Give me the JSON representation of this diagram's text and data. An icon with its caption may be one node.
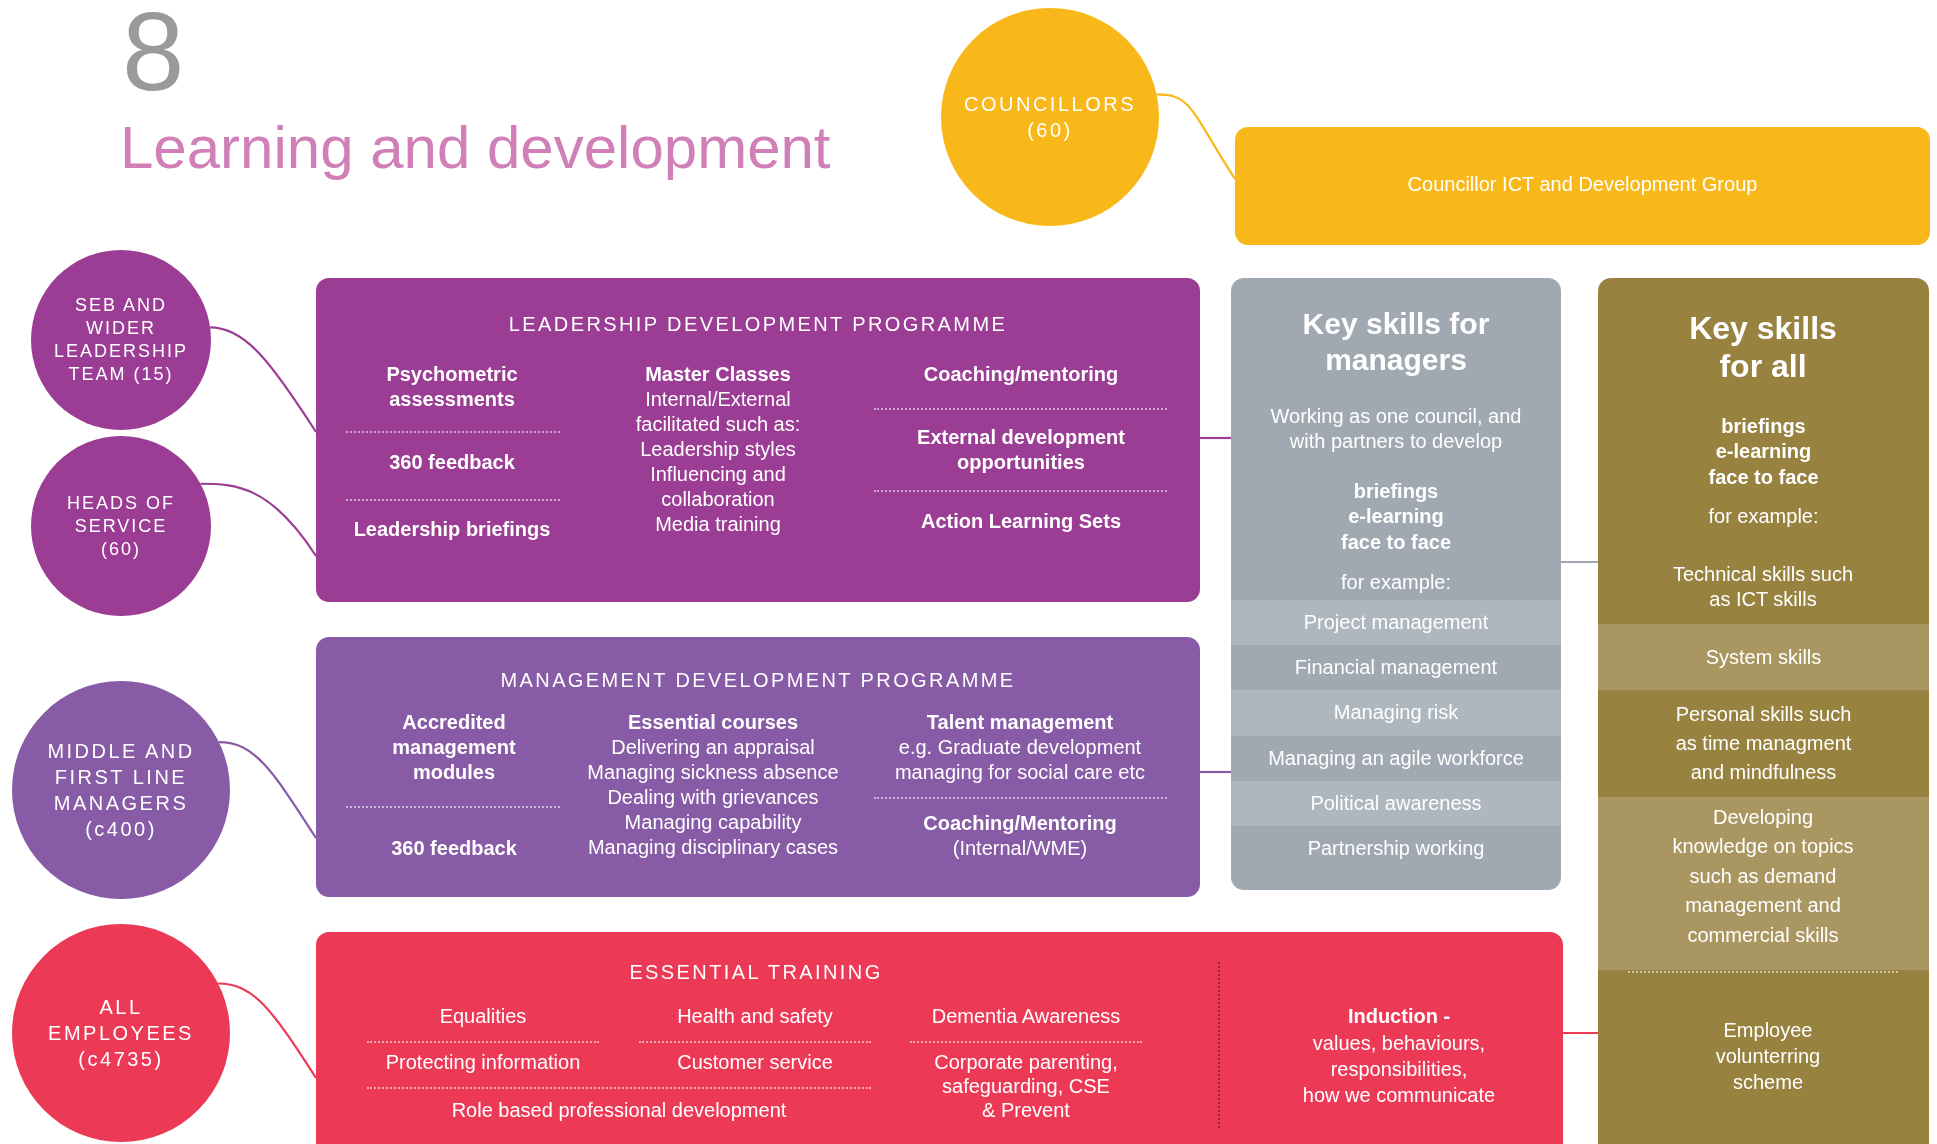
{
  "diagram": {
    "title": "Learning and development",
    "nodes": [
      {
        "text": [
          "COUNCILLORS (60)"
        ]
      },
      {
        "text": [
          "Councillor ICT and Development Group"
        ]
      },
      {
        "text": [
          "SEB AND WIDER LEADERSHIP TEAM (15)"
        ]
      },
      {
        "text": [
          "HEADS OF SERVICE (60)"
        ]
      },
      {
        "text": [
          "LEADERSHIP DEVELOPMENT PROGRAMME",
          "Psychometric assessments",
          "360 feedback",
          "Leadership briefings",
          "Master Classes",
          "Internal/External facilitated such as:",
          "Leadership styles",
          "Influencing and collaboration",
          "Media training",
          "Coaching/mentoring",
          "External development opportunities",
          "Action Learning Sets"
        ]
      },
      {
        "text": [
          "Key skills for managers",
          "Working as one council, and with partners to develop",
          "briefings",
          "e-learning",
          "face to face",
          "for example:",
          "Project management",
          "Financial management",
          "Managing risk",
          "Managing an agile workforce",
          "Political awareness",
          "Partnership working"
        ]
      },
      {
        "text": [
          "Key skills for all",
          "briefings",
          "e-learning",
          "face to face",
          "for example:",
          "Technical skills such as ICT skills",
          "System skills",
          "Personal skills such as time managment and mindfulness",
          "Developing knowledge on topics such as demand management and commercial skills",
          "Employee volunterring scheme"
        ]
      },
      {
        "text": [
          "MIDDLE AND FIRST LINE MANAGERS (c400)"
        ]
      },
      {
        "text": [
          "MANAGEMENT DEVELOPMENT PROGRAMME",
          "Accredited management modules",
          "360 feedback",
          "Essential courses",
          "Delivering an appraisal",
          "Managing sickness absence",
          "Dealing with grievances",
          "Managing capability",
          "Managing disciplinary cases",
          "Talent management",
          "e.g. Graduate development managing for social care etc",
          "Coaching/Mentoring",
          "(Internal/WME)"
        ]
      },
      {
        "text": [
          "ALL EMPLOYEES (c4735)"
        ]
      },
      {
        "text": [
          "ESSENTIAL TRAINING",
          "Equalities",
          "Health and safety",
          "Dementia Awareness",
          "Protecting information",
          "Customer service",
          "Corporate parenting, safeguarding, CSE & Prevent",
          "Role based professional development",
          "Induction -",
          "values, behaviours,",
          "responsibilities,",
          "how we communicate"
        ]
      }
    ],
    "edges": [
      {
        "from": 0,
        "to": 1,
        "arrow": "none",
        "color": "#f9b81a"
      },
      {
        "from": 2,
        "to": 4,
        "arrow": "none"
      },
      {
        "from": 3,
        "to": 4,
        "arrow": "none"
      },
      {
        "from": 4,
        "to": 5,
        "arrow": "none"
      },
      {
        "from": 5,
        "to": 6,
        "arrow": "none",
        "color": "#a0a9b1"
      },
      {
        "from": 7,
        "to": 8,
        "arrow": "none",
        "color": "#875ba5"
      },
      {
        "from": 8,
        "to": 5,
        "arrow": "none",
        "color": "#875ba5"
      },
      {
        "from": 9,
        "to": 10,
        "arrow": "none",
        "color": "#ec3a56"
      },
      {
        "from": 10,
        "to": 6,
        "arrow": "none",
        "color": "#ec3a56"
      }
    ],
    "labels": [
      "8"
    ]
  }
}
